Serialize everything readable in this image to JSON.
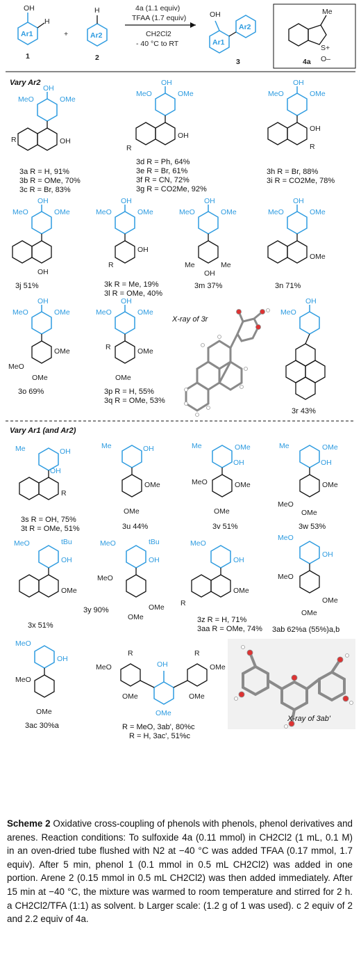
{
  "scheme": {
    "cond_line1": "4a (1.1 equiv)",
    "cond_line2": "TFAA (1.7 equiv)",
    "cond_line3": "CH2Cl2",
    "cond_line4": "- 40 °C to RT",
    "label_1": "1",
    "label_2": "2",
    "label_3": "3",
    "label_4a": "4a",
    "oh": "OH",
    "h": "H",
    "me": "Me",
    "ar1": "Ar1",
    "ar2": "Ar2",
    "plus": "+",
    "s_plus": "S+",
    "o_minus": "O–"
  },
  "sections": {
    "vary_ar2": "Vary Ar2",
    "vary_ar1": "Vary Ar1 (and Ar2)"
  },
  "labels": {
    "meo": "MeO",
    "ome": "OMe",
    "oh": "OH",
    "r": "R",
    "me": "Me",
    "tbu": "tBu"
  },
  "compounds": [
    {
      "lines": [
        "3a R = H, 91%",
        "3b R = OMe, 70%",
        "3c R = Br, 83%"
      ]
    },
    {
      "lines": [
        "3d R = Ph, 64%",
        "3e R = Br, 61%",
        "3f R = CN, 72%",
        "3g R = CO2Me, 92%"
      ]
    },
    {
      "lines": [
        "3h R = Br, 88%",
        "3i R = CO2Me, 78%"
      ]
    },
    {
      "lines": [
        "3j 51%"
      ]
    },
    {
      "lines": [
        "3k R = Me, 19%",
        "3l R = OMe, 40%"
      ]
    },
    {
      "lines": [
        "3m 37%"
      ]
    },
    {
      "lines": [
        "3n 71%"
      ]
    },
    {
      "lines": [
        "3o 69%"
      ]
    },
    {
      "lines": [
        "3p R = H, 55%",
        "3q R = OMe, 53%"
      ]
    },
    {
      "lines": [
        "3r 43%"
      ]
    },
    {
      "lines": [
        "3s R = OH, 75%",
        "3t R = OMe, 51%"
      ]
    },
    {
      "lines": [
        "3u 44%"
      ]
    },
    {
      "lines": [
        "3v 51%"
      ]
    },
    {
      "lines": [
        "3w 53%"
      ]
    },
    {
      "lines": [
        "3x 51%"
      ]
    },
    {
      "lines": [
        "3y 90%"
      ]
    },
    {
      "lines": [
        "3z R = H, 71%",
        "3aa R = OMe, 74%"
      ]
    },
    {
      "lines": [
        "3ab 62%a (55%)a,b"
      ]
    },
    {
      "lines": [
        "3ac 30%a"
      ]
    },
    {
      "lines": [
        "R = MeO, 3ab', 80%c",
        "R = H, 3ac', 51%c"
      ]
    }
  ],
  "xray": {
    "label_3r": "X-ray of 3r",
    "label_3ab": "X-ray of 3ab'"
  },
  "caption": {
    "title": "Scheme 2",
    "text": " Oxidative cross-coupling of phenols with phenols, phenol derivatives and arenes. Reaction conditions: To sulfoxide 4a (0.11 mmol) in CH2Cl2 (1 mL, 0.1 M) in an oven-dried tube flushed with N2 at −40 °C was added TFAA (0.17 mmol, 1.7 equiv). After 5 min, phenol 1 (0.1 mmol in 0.5 mL CH2Cl2) was added in one portion. Arene 2 (0.15 mmol in 0.5 mL CH2Cl2) was then added immediately. After 15 min at −40 °C, the mixture was warmed to room temperature and stirred for 2 h. a CH2Cl2/TFA (1:1) as solvent. b Larger scale: (1.2 g of 1 was used). c 2 equiv of 2 and 2.2 equiv of 4a."
  }
}
